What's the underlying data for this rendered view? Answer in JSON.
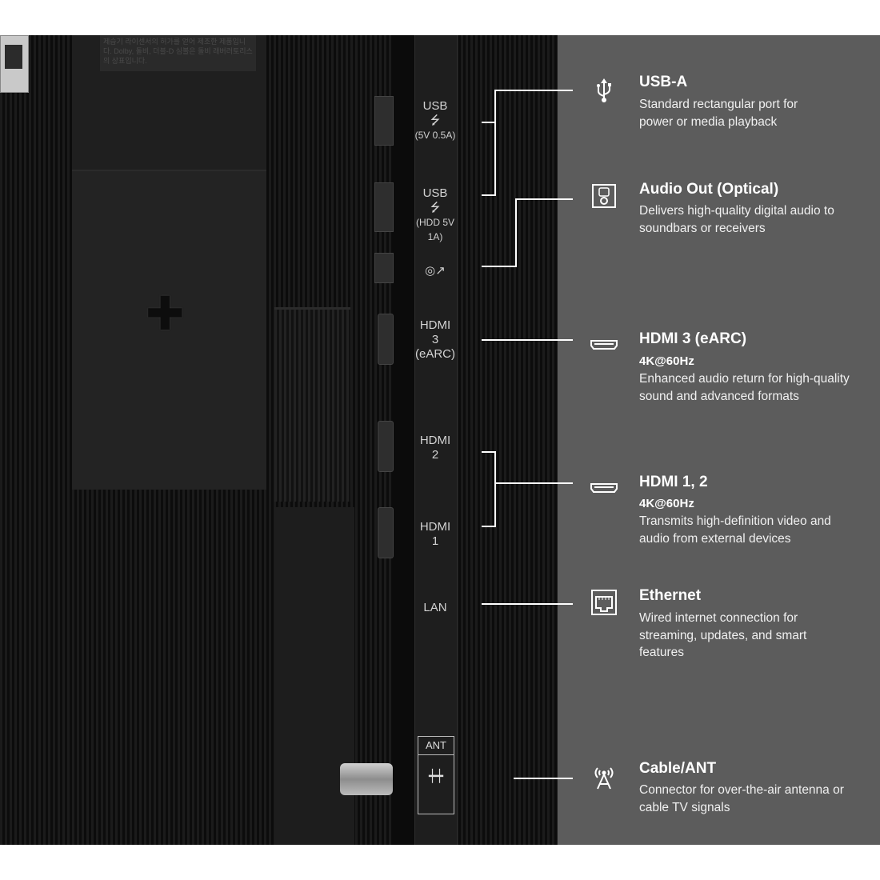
{
  "port_labels": {
    "usb1_name": "USB",
    "usb1_spec": "(5V 0.5A)",
    "usb2_name": "USB",
    "usb2_spec": "(HDD 5V 1A)",
    "hdmi3_name": "HDMI",
    "hdmi3_num": "3",
    "hdmi3_extra": "(eARC)",
    "hdmi2_name": "HDMI",
    "hdmi2_num": "2",
    "hdmi1_name": "HDMI",
    "hdmi1_num": "1",
    "lan": "LAN",
    "ant": "ANT"
  },
  "sticker_text": "제습기 라이센서의 허가를 얻어 제조한 제품입니다. Dolby, 돌비, 더블-D 심볼은 돌비 래버러토리스의 상표입니다.",
  "features": [
    {
      "icon": "usb-icon",
      "title": "USB-A",
      "spec": "",
      "description": "Standard rectangular port for power or media playback"
    },
    {
      "icon": "optical-audio-icon",
      "title": "Audio Out (Optical)",
      "spec": "",
      "description": "Delivers high-quality digital audio to soundbars or receivers"
    },
    {
      "icon": "hdmi-icon",
      "title": "HDMI 3 (eARC)",
      "spec": "4K@60Hz",
      "description": "Enhanced audio return for high-quality sound and advanced formats"
    },
    {
      "icon": "hdmi-icon",
      "title": "HDMI 1, 2",
      "spec": "4K@60Hz",
      "description": "Transmits high-definition video and audio from external devices"
    },
    {
      "icon": "ethernet-icon",
      "title": "Ethernet",
      "spec": "",
      "description": "Wired internet connection for streaming, updates, and smart features"
    },
    {
      "icon": "antenna-icon",
      "title": "Cable/ANT",
      "spec": "",
      "description": "Connector for over-the-air antenna or cable TV signals"
    }
  ],
  "colors": {
    "panel": "#5c5c5c",
    "text": "#ffffff",
    "background": "#151515"
  }
}
